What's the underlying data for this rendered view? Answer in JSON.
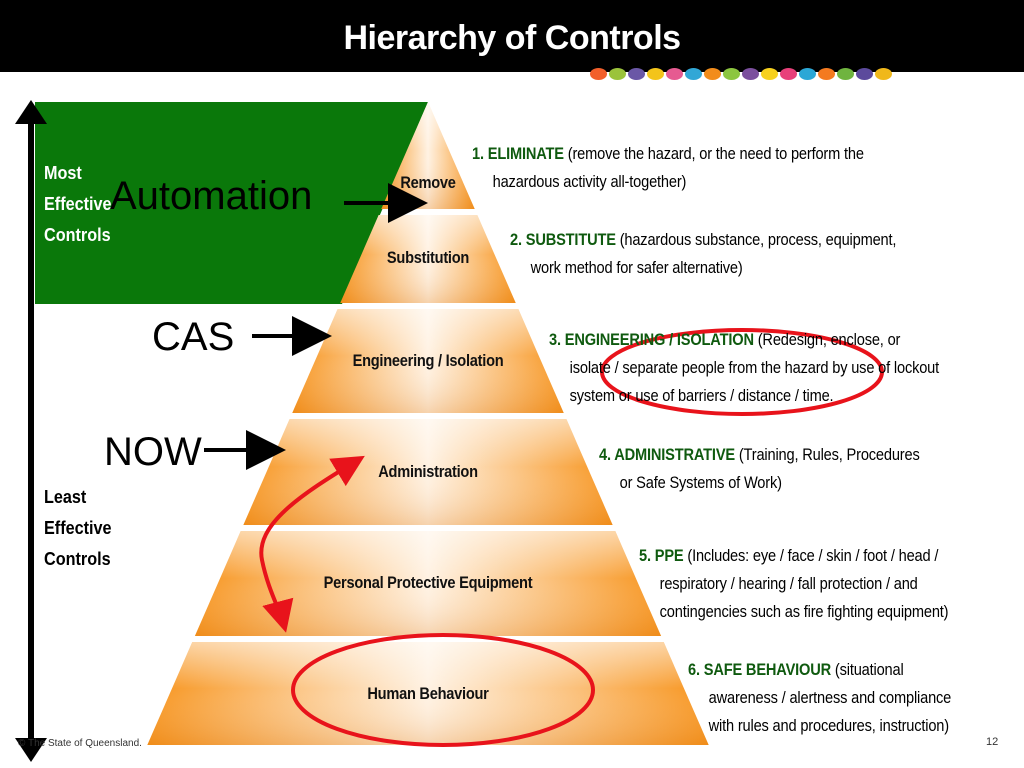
{
  "title": "Hierarchy of Controls",
  "colors": {
    "header_bg": "#000000",
    "green_panel": "#0a780a",
    "heading_green": "#0f5a0f",
    "orange": "#f7941d",
    "orange_light": "#fff2e3",
    "highlight_red": "#e8131b"
  },
  "dot_colors": [
    "#f25f2b",
    "#9bc33b",
    "#6a57a6",
    "#f3c41a",
    "#e65a91",
    "#31a7d6",
    "#f28c1b",
    "#8cc63f",
    "#7b4f9e",
    "#f7d11e",
    "#e8407a",
    "#2ba7d6",
    "#f47a20",
    "#6fb43f",
    "#5c4a9c",
    "#f0b81a"
  ],
  "side": {
    "most_lines": [
      "Most",
      "Effective",
      "Controls"
    ],
    "least_lines": [
      "Least",
      "Effective",
      "Controls"
    ]
  },
  "levels": [
    {
      "label": "Remove"
    },
    {
      "label": "Substitution"
    },
    {
      "label": "Engineering / Isolation"
    },
    {
      "label": "Administration"
    },
    {
      "label": "Personal Protective Equipment"
    },
    {
      "label": "Human Behaviour"
    }
  ],
  "annotations": {
    "automation": "Automation",
    "cas": "CAS",
    "now": "NOW"
  },
  "descriptions": [
    {
      "heading": "1. ELIMINATE",
      "text": " (remove the hazard, or the need to perform the",
      "more": [
        "hazardous activity all-together)"
      ]
    },
    {
      "heading": "2. SUBSTITUTE",
      "text": " (hazardous substance, process, equipment,",
      "more": [
        "work method for safer alternative)"
      ]
    },
    {
      "heading": "3. ENGINEERING / ISOLATION",
      "text": " (Redesign, enclose, or",
      "more": [
        "isolate / separate people from the hazard by use of lockout",
        "system or use of barriers / distance / time."
      ]
    },
    {
      "heading": "4. ADMINISTRATIVE",
      "text": " (Training, Rules, Procedures",
      "more": [
        "or Safe Systems of Work)"
      ]
    },
    {
      "heading": "5. PPE",
      "text": " (Includes: eye / face / skin / foot / head /",
      "more": [
        "respiratory / hearing / fall protection / and",
        "contingencies such as fire fighting equipment)"
      ]
    },
    {
      "heading": "6. SAFE BEHAVIOUR",
      "text": " (situational",
      "more": [
        "awareness / alertness and compliance",
        "with rules and procedures, instruction)"
      ]
    }
  ],
  "footer": {
    "copyright": "© The State of Queensland.",
    "page": "12"
  }
}
